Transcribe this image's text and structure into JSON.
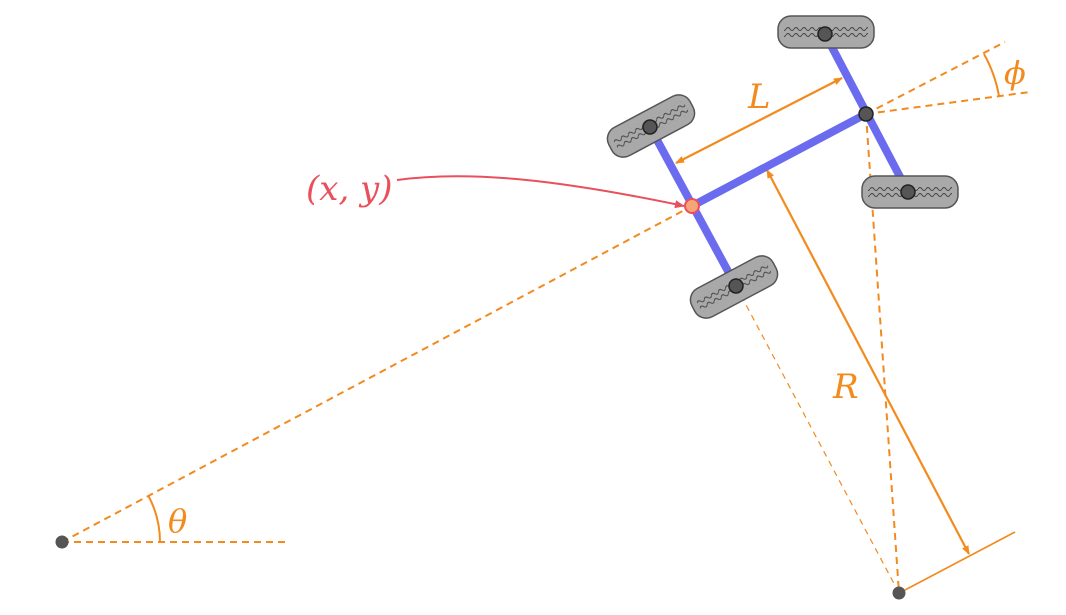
{
  "labels": {
    "position": "(x, y)",
    "wheelbase": "L",
    "radius": "R",
    "heading": "θ",
    "steering": "ϕ"
  },
  "colors": {
    "geometry": "#f28a1e",
    "chassis": "#6b6bef",
    "pointer": "#e8505b",
    "tire_fill": "#a9a9a9",
    "tire_stroke": "#555555",
    "hub": "#555555",
    "dot": "#555555",
    "reference_point_fill": "#f6a47a"
  }
}
